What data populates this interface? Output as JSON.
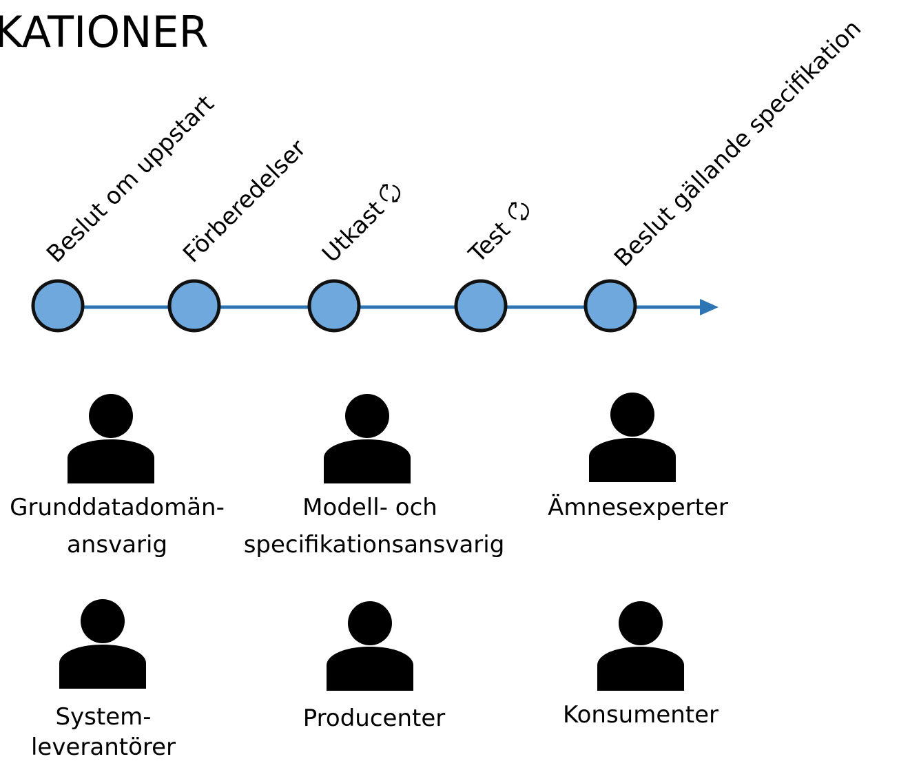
{
  "title": "KATIONER",
  "timeline": {
    "line_color": "#2e75b6",
    "node_fill": "#6fa8dc",
    "node_stroke": "#111111",
    "steps": [
      {
        "label": "Beslut om uppstart",
        "iterative": false
      },
      {
        "label": "Förberedelser",
        "iterative": false
      },
      {
        "label": "Utkast",
        "iterative": true
      },
      {
        "label": "Test",
        "iterative": true
      },
      {
        "label": "Beslut gällande specifikation",
        "iterative": false
      }
    ]
  },
  "roles": [
    {
      "line1": "Grunddatadomän-",
      "line2": "ansvarig",
      "icon": "person-icon"
    },
    {
      "line1": "Modell- och",
      "line2": "specifikationsansvarig",
      "icon": "person-icon"
    },
    {
      "line1": "Ämnesexperter",
      "line2": "",
      "icon": "person-icon"
    },
    {
      "line1": "System-",
      "line2": "leverantörer",
      "icon": "person-icon"
    },
    {
      "line1": "Producenter",
      "line2": "",
      "icon": "person-icon"
    },
    {
      "line1": "Konsumenter",
      "line2": "",
      "icon": "person-icon"
    }
  ]
}
